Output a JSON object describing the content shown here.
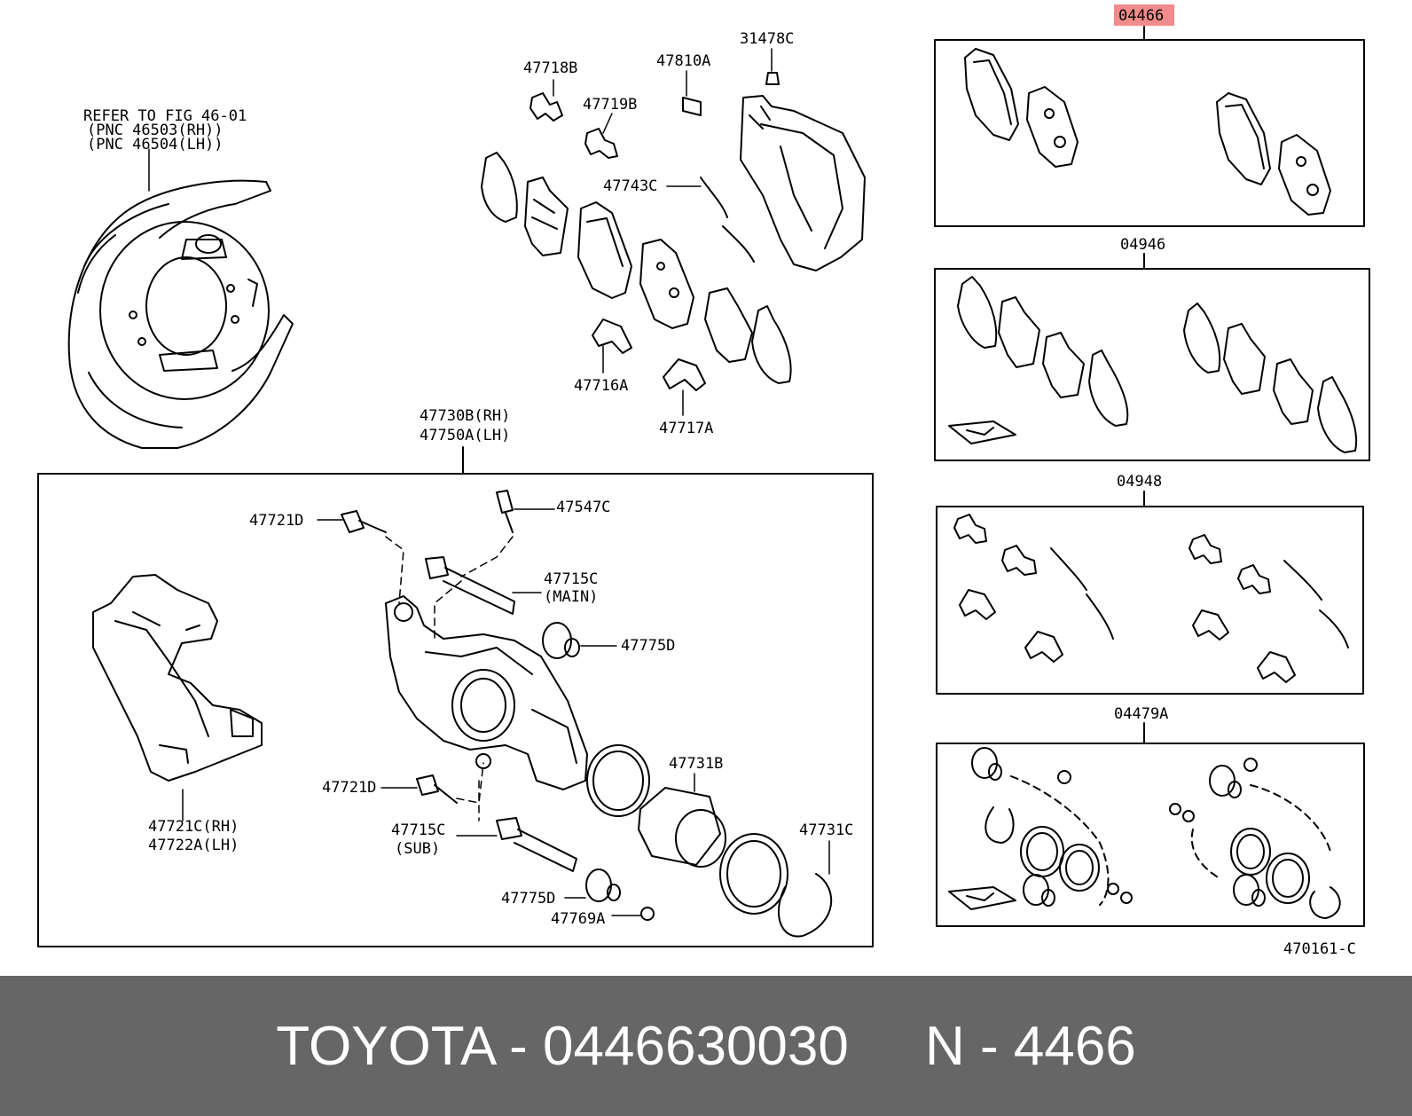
{
  "diagram": {
    "refer_note": [
      "REFER TO FIG 46-01",
      "(PNC 46503(RH))",
      "(PNC 46504(LH))"
    ],
    "labels": {
      "p47718B": "47718B",
      "p47810A": "47810A",
      "p31478C": "31478C",
      "p47719B": "47719B",
      "p47743C": "47743C",
      "p47716A": "47716A",
      "p47717A": "47717A",
      "p47730B": "47730B(RH)",
      "p47750A": "47750A(LH)",
      "p47721D_top": "47721D",
      "p47547C": "47547C",
      "p47715C_main": "47715C",
      "p47715C_main_sub": "(MAIN)",
      "p47775D_top": "47775D",
      "p47721C": "47721C(RH)",
      "p47722A": "47722A(LH)",
      "p47731B": "47731B",
      "p47721D_bottom": "47721D",
      "p47715C_sub": "47715C",
      "p47715C_sub_sub": "(SUB)",
      "p47731C": "47731C",
      "p47775D_bottom": "47775D",
      "p47769A": "47769A"
    },
    "kits": {
      "k04466": "04466",
      "k04946": "04946",
      "k04948": "04948",
      "k04479A": "04479A"
    },
    "figure_code": "470161-C",
    "highlight_color": "#f28b8b"
  },
  "footer": {
    "text": "TOYOTA - 0446630030     N - 4466",
    "background": "#666666",
    "color": "#ffffff"
  }
}
